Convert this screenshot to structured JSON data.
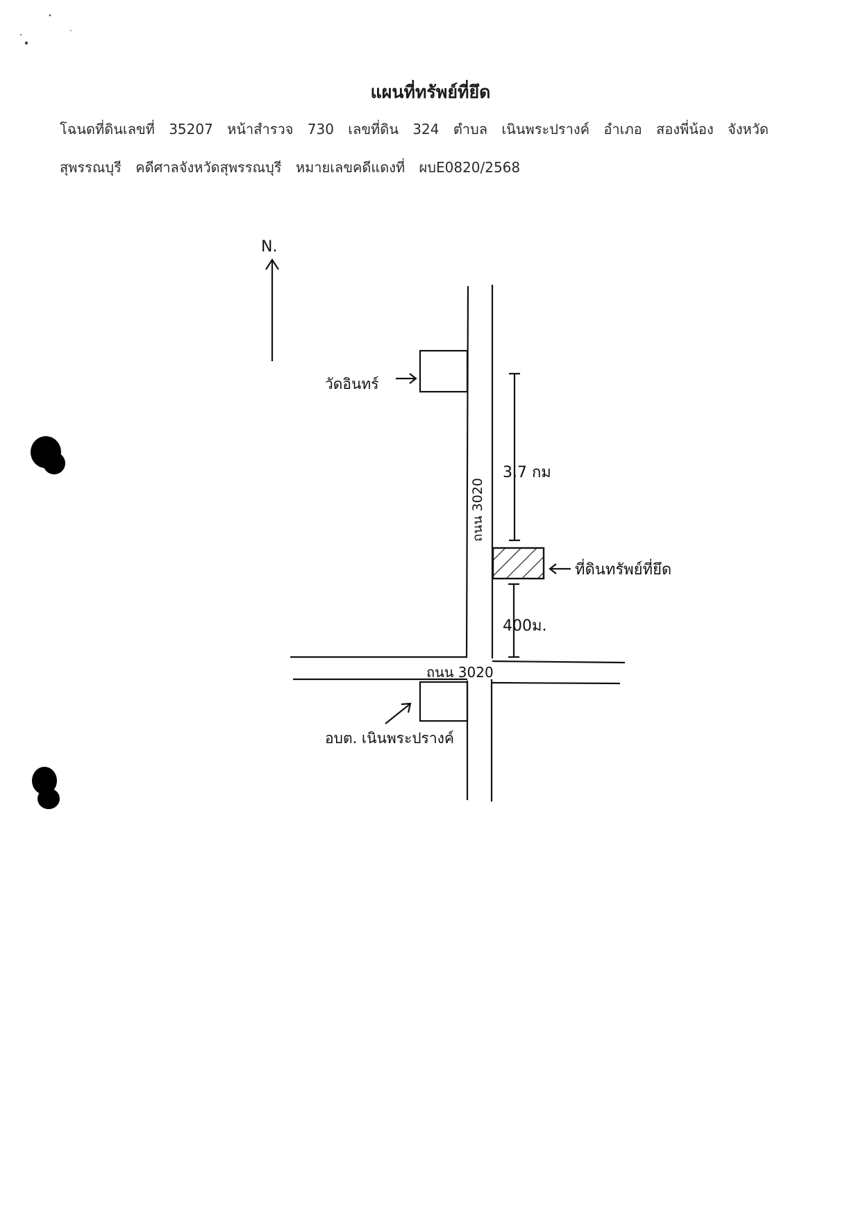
{
  "document": {
    "title": "แผนที่ทรัพย์ที่ยึด",
    "line1": {
      "deed_label": "โฉนดที่ดินเลขที่",
      "deed_number": "35207",
      "survey_label": "หน้าสำรวจ",
      "survey_number": "730",
      "land_no_label": "เลขที่ดิน",
      "land_no": "324",
      "subdistrict_label": "ตำบล",
      "subdistrict": "เนินพระปรางค์",
      "district_label": "อำเภอ",
      "district": "สองพี่น้อง",
      "province_label": "จังหวัด"
    },
    "line2": {
      "province": "สุพรรณบุรี",
      "court": "คดีศาลจังหวัดสุพรรณบุรี",
      "case_label": "หมายเลขคดีแดงที่",
      "case_number": "ผบE0820/2568"
    }
  },
  "map": {
    "north_label": "N.",
    "road_vertical_label": "ถนน 3020",
    "road_horizontal_label": "ถนน 3020",
    "landmark_top_label": "วัดอินทร์",
    "landmark_bottom_label": "อบต. เนินพระปรางค์",
    "seized_property_label": "ที่ดินทรัพย์ที่ยึด",
    "distance_north_label": "3.7 กม",
    "distance_south_label": "400ม."
  }
}
